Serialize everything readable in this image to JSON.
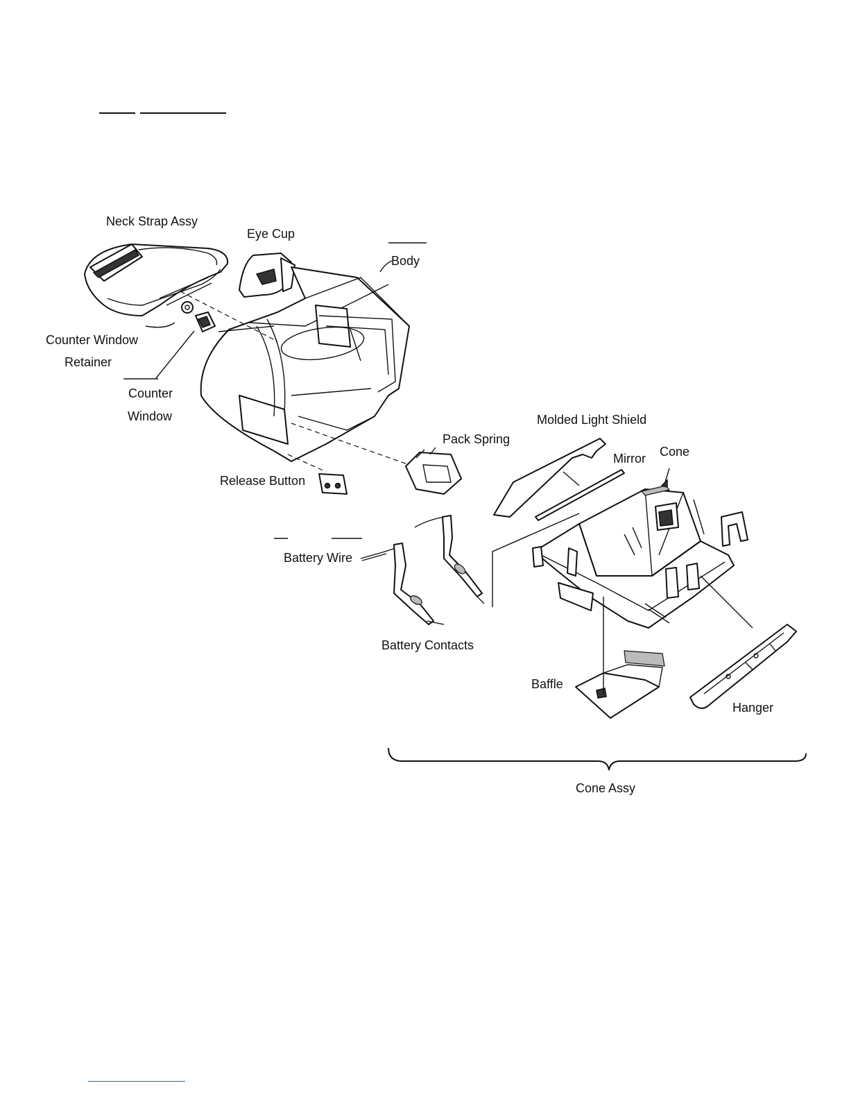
{
  "diagram": {
    "labels": {
      "neck_strap_assy": "Neck Strap Assy",
      "eye_cup": "Eye Cup",
      "body": "Body",
      "counter_window_retainer_line1": "Counter Window",
      "counter_window_retainer_line2": "Retainer",
      "counter_window_line1": "Counter",
      "counter_window_line2": "Window",
      "molded_light_shield": "Molded Light Shield",
      "pack_spring": "Pack Spring",
      "mirror": "Mirror",
      "cone": "Cone",
      "release_button": "Release Button",
      "battery_wire": "Battery Wire",
      "battery_contacts": "Battery Contacts",
      "baffle": "Baffle",
      "hanger": "Hanger",
      "cone_assy": "Cone Assy"
    }
  }
}
